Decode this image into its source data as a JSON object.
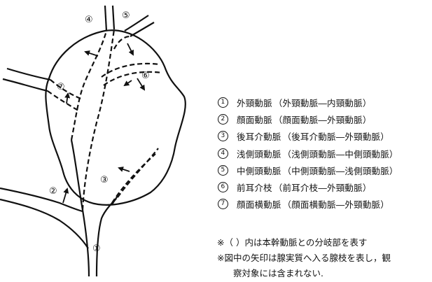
{
  "diagram": {
    "labels": [
      "①",
      "②",
      "③",
      "④",
      "⑤",
      "⑥",
      "⑦"
    ]
  },
  "legend": [
    {
      "num": "①",
      "name": "外頸動脈",
      "branch": "（外頸動脈―内頸動脈）"
    },
    {
      "num": "②",
      "name": "顔面動脈",
      "branch": "（顔面動脈―外頸動脈）"
    },
    {
      "num": "③",
      "name": "後耳介動脈",
      "branch": "（後耳介動脈―外頸動脈）"
    },
    {
      "num": "④",
      "name": "浅側頭動脈",
      "branch": "（浅側頭動脈―中側頭動脈）"
    },
    {
      "num": "⑤",
      "name": "中側頭動脈",
      "branch": "（中側頭動脈―浅側頭動脈）"
    },
    {
      "num": "⑥",
      "name": "前耳介枝",
      "branch": "（前耳介枝―外頸動脈）"
    },
    {
      "num": "⑦",
      "name": "顔面横動脈",
      "branch": "（顔面横動脈―外頸動脈）"
    }
  ],
  "notes": {
    "line1": "※（ ）内は本幹動脈との分岐部を表す",
    "line2": "※図中の矢印は腺実質へ入る腺枝を表し，観",
    "line3": "察対象には含まれない."
  }
}
